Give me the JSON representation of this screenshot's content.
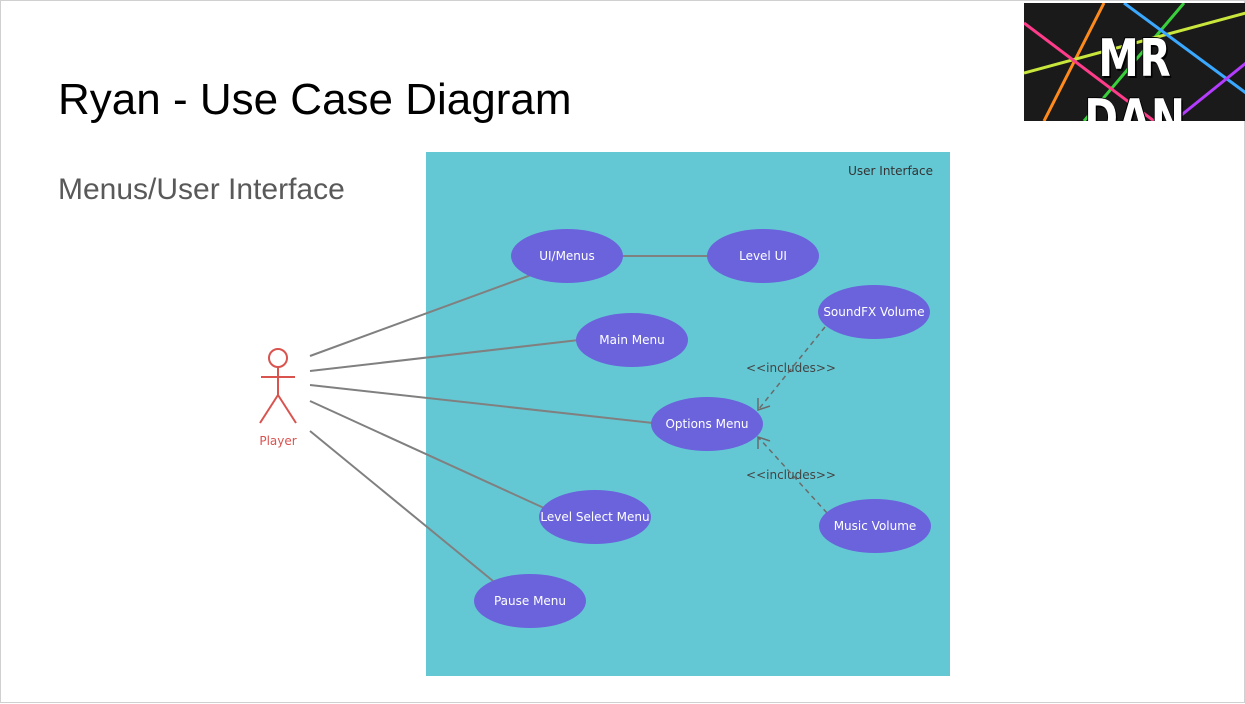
{
  "slide": {
    "title": "Ryan - Use Case Diagram",
    "subtitle": "Menus/User Interface",
    "logo_text": "MR DAN"
  },
  "diagram": {
    "boundary_label": "User Interface",
    "actor": {
      "label": "Player",
      "color": "#d9534f"
    },
    "use_cases": {
      "ui_menus": "UI/Menus",
      "level_ui": "Level UI",
      "soundfx_volume": "SoundFX Volume",
      "main_menu": "Main Menu",
      "options_menu": "Options Menu",
      "level_select_menu": "Level Select Menu",
      "music_volume": "Music Volume",
      "pause_menu": "Pause Menu"
    },
    "relations": {
      "includes_1": "<<includes>>",
      "includes_2": "<<includes>>"
    },
    "colors": {
      "boundary": "#64c8d4",
      "use_case": "#6a63dc",
      "line": "#808080"
    }
  }
}
